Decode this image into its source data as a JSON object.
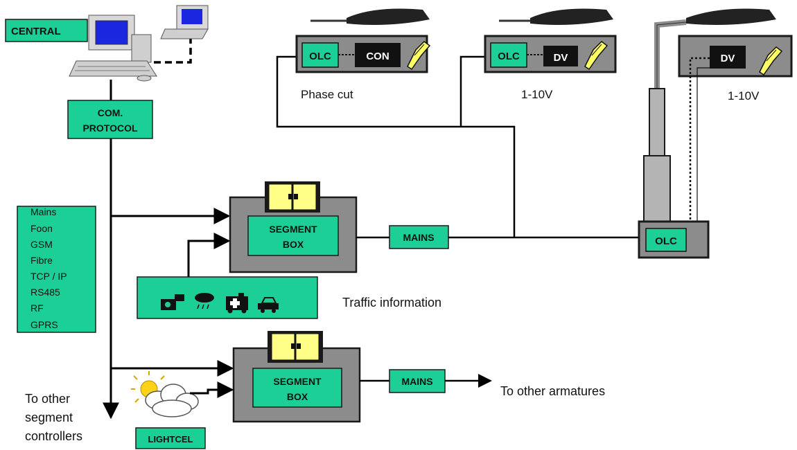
{
  "central": {
    "label": "CENTRAL"
  },
  "com_protocol": {
    "line1": "COM.",
    "line2": "PROTOCOL"
  },
  "media_list": [
    "Mains",
    "Foon",
    "GSM",
    "Fibre",
    "TCP / IP",
    "RS485",
    "RF",
    "GPRS"
  ],
  "segment_box_1": {
    "line1": "SEGMENT",
    "line2": "BOX"
  },
  "segment_box_2": {
    "line1": "SEGMENT",
    "line2": "BOX"
  },
  "mains_1": "MAINS",
  "mains_2": "MAINS",
  "traffic_label": "Traffic information",
  "other_armatures": "To other armatures",
  "other_segment": {
    "line1": "To other",
    "line2": "segment",
    "line3": "controllers"
  },
  "lightcel": "LIGHTCEL",
  "luminaire_1": {
    "olc": "OLC",
    "driver": "CON",
    "caption": "Phase cut"
  },
  "luminaire_2": {
    "olc": "OLC",
    "driver": "DV",
    "caption": "1-10V"
  },
  "luminaire_3": {
    "driver": "DV",
    "caption": "1-10V"
  },
  "pole_olc": "OLC",
  "colors": {
    "green": "#1ccf96",
    "gray": "#8c8c8c",
    "yellow": "#ffff88",
    "dark": "#1a1a1a"
  },
  "icons": [
    "computer-icon",
    "laptop-icon",
    "camera-icon",
    "rain-icon",
    "ambulance-icon",
    "car-icon",
    "sun-cloud-icon",
    "street-lamp-icon",
    "pen-icon"
  ]
}
